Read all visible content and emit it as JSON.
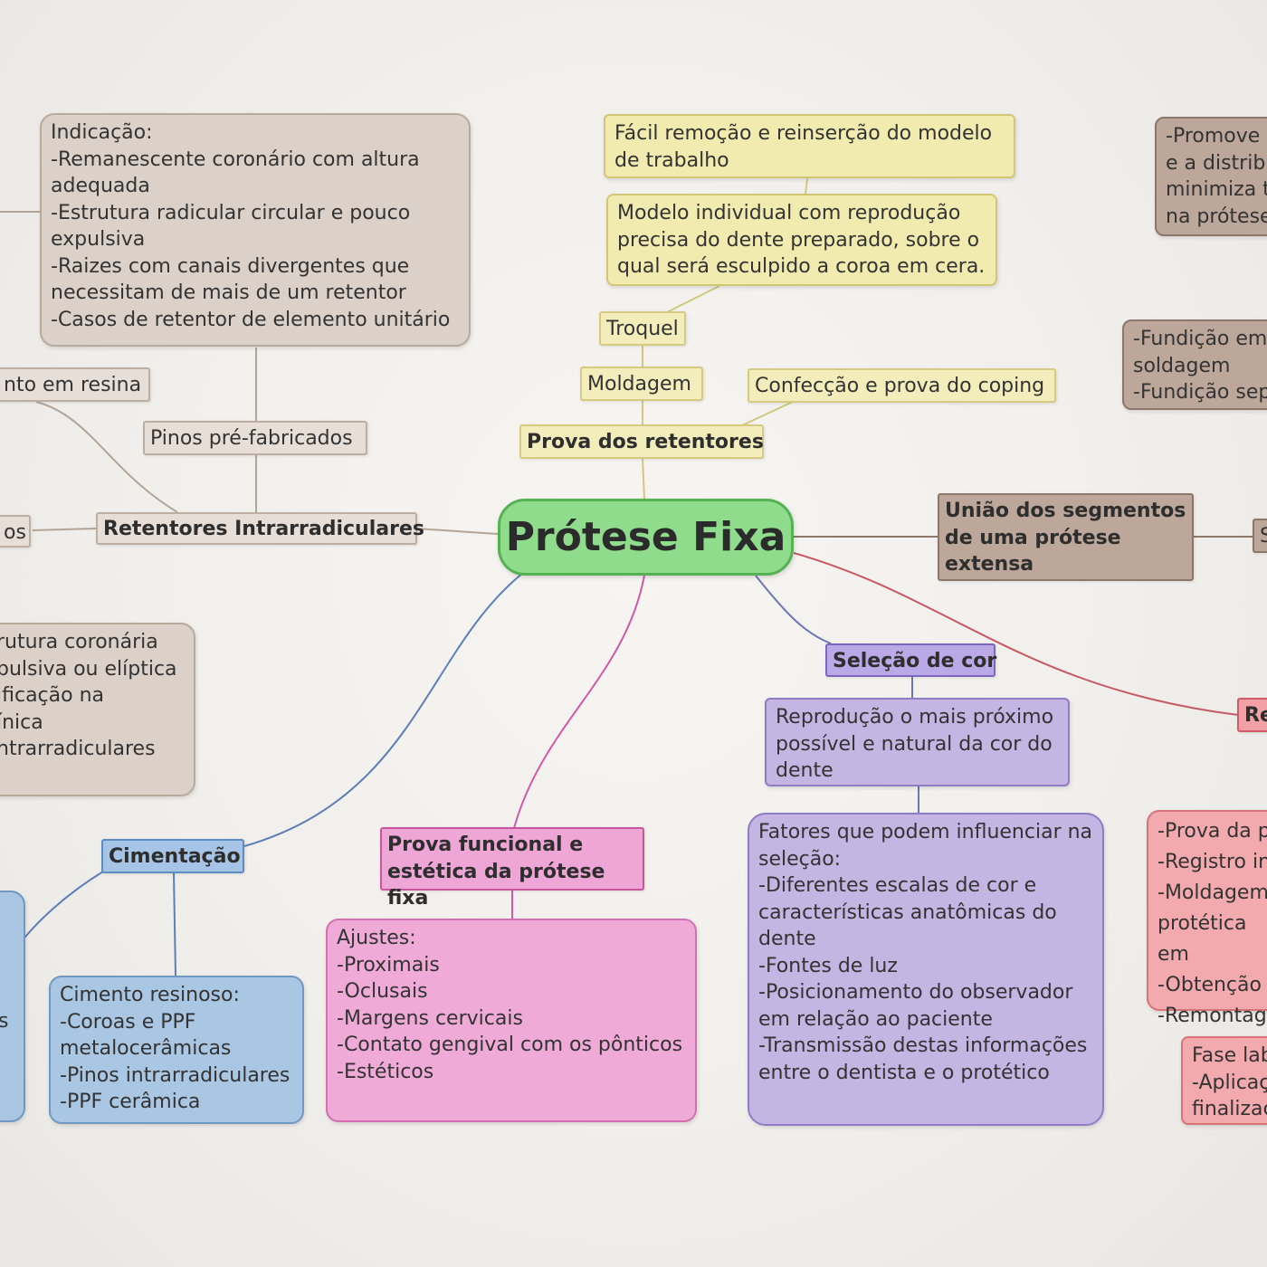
{
  "central_topic": "Prótese Fixa",
  "colors": {
    "central": "#8fdd8c",
    "retentores_branch": "#dcd1c8",
    "prova_retentores_branch": "#f2ebb0",
    "uniao_branch": "#bca79a",
    "cor_branch": "#c4b5e3",
    "funcional_branch": "#efaad8",
    "cimentacao_branch": "#a9c6e3",
    "registro_branch": "#f3aaae"
  },
  "branches": {
    "retentores_intrarradiculares": {
      "label": "Retentores Intrarradiculares",
      "pinos_pre_fabricados": {
        "label": "Pinos pré-fabricados",
        "indicacao_note": "Indicação:\n-Remanescente coronário com altura adequada\n-Estrutura radicular circular e pouco expulsiva\n-Raizes com canais divergentes que necessitam de mais de um retentor\n-Casos de retentor de elemento unitário"
      },
      "resina_label": "nto em resina",
      "left_label": "os",
      "left_note": "rutura coronária\npulsiva ou elíptica\nificação na\nínica\nntrarradiculares"
    },
    "prova_dos_retentores": {
      "label": "Prova dos retentores",
      "moldagem": "Moldagem",
      "troquel": "Troquel",
      "troquel_note": "Modelo individual com reprodução precisa do dente preparado, sobre o qual será esculpido a coroa em cera.",
      "modelo_note": "Fácil remoção e reinserção do modelo de trabalho",
      "coping": "Confecção e prova do coping"
    },
    "uniao_segmentos": {
      "label": "União dos segmentos de uma prótese extensa",
      "child_label": "S",
      "note_top": "-Promove\ne a distribu\nminimiza t\nna prótese",
      "note_mid": "-Fundição em\nsoldagem\n-Fundição sep"
    },
    "selecao_de_cor": {
      "label": "Seleção de cor",
      "note_1": "Reprodução o mais próximo possível e natural da cor do dente",
      "note_2": "Fatores que podem influenciar na seleção:\n-Diferentes escalas de cor e características anatômicas do dente\n-Fontes de luz\n-Posicionamento do observador em relação ao paciente\n-Transmissão destas informações entre o dentista e o protético"
    },
    "prova_funcional": {
      "label": "Prova funcional e estética da prótese fixa",
      "note": "Ajustes:\n-Proximais\n-Oclusais\n-Margens cervicais\n-Contato gengival com os pônticos\n-Estéticos"
    },
    "cimentacao": {
      "label": "Cimentação",
      "note": "Cimento resinoso:\n-Coroas e PPF metalocerâmicas\n-Pinos intrarradiculares\n-PPF cerâmica",
      "left_note": "s"
    },
    "registro": {
      "label": "Re",
      "note_1": "-Prova da p\n-Registro in\n-Moldagem\nprotética em\n-Obtenção d\n-Remontage",
      "note_2": "Fase lab\n-Aplicaç\nfinalizaç"
    }
  }
}
